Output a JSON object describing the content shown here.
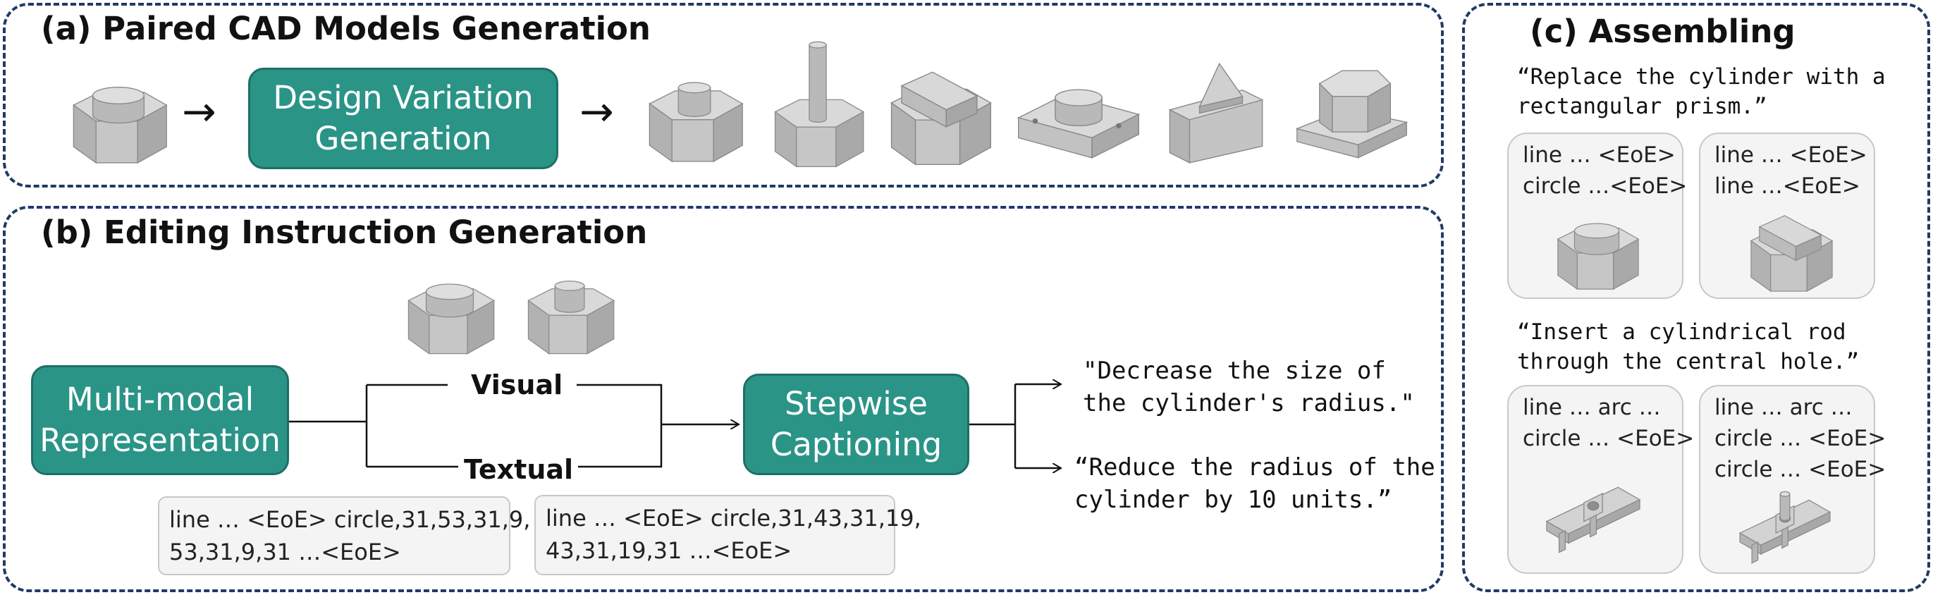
{
  "panel_a": {
    "title": "(a) Paired CAD Models Generation",
    "box_lines": [
      "Design Variation",
      "Generation"
    ],
    "arrow": "→"
  },
  "panel_b": {
    "title": "(b) Editing Instruction Generation",
    "left_box_lines": [
      "Multi-modal",
      "Representation"
    ],
    "visual_label": "Visual",
    "textual_label": "Textual",
    "right_box_lines": [
      "Stepwise",
      "Captioning"
    ],
    "caption_1": [
      "\"Decrease the size of",
      "the cylinder's radius.\""
    ],
    "caption_2": [
      "“Reduce the radius of the",
      "cylinder by 10 units.”"
    ],
    "seq_1": [
      "line … <EoE> circle,31,53,31,9,",
      "53,31,9,31 …<EoE>"
    ],
    "seq_2": [
      "line … <EoE> circle,31,43,31,19,",
      "43,31,19,31 …<EoE>"
    ]
  },
  "panel_c": {
    "title": "(c) Assembling",
    "instruction_1": [
      "“Replace the cylinder with a",
      "rectangular prism.”"
    ],
    "card_1": [
      "line … <EoE>",
      "circle …<EoE>"
    ],
    "card_2": [
      "line … <EoE>",
      "line …<EoE>"
    ],
    "instruction_2": [
      "“Insert a cylindrical rod",
      "through the central hole.”"
    ],
    "card_3": [
      "line … arc …",
      "circle … <EoE>"
    ],
    "card_4": [
      "line … arc …",
      "circle … <EoE>",
      "circle … <EoE>"
    ]
  },
  "colors": {
    "teal": "#2a9487",
    "border_navy": "#1f3a68",
    "model_gray": "#c4c4c4"
  }
}
